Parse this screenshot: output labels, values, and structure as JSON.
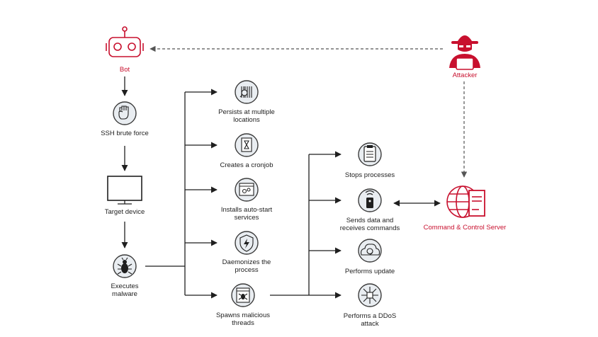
{
  "nodes": {
    "bot": "Bot",
    "attacker": "Attacker",
    "ssh": "SSH brute force",
    "target": "Target device",
    "executes": "Executes malware",
    "persists": "Persists at multiple locations",
    "cronjob": "Creates a cronjob",
    "autostart": "Installs auto-start services",
    "daemonizes": "Daemonizes the process",
    "spawns": "Spawns malicious threads",
    "stops": "Stops processes",
    "sends": "Sends data and receives commands",
    "update": "Performs update",
    "ddos": "Performs a DDoS attack",
    "c2": "Command & Control Server"
  },
  "colors": {
    "accent": "#c8102e",
    "icon_bg": "#e9edf1",
    "line": "#1f1f1f"
  }
}
